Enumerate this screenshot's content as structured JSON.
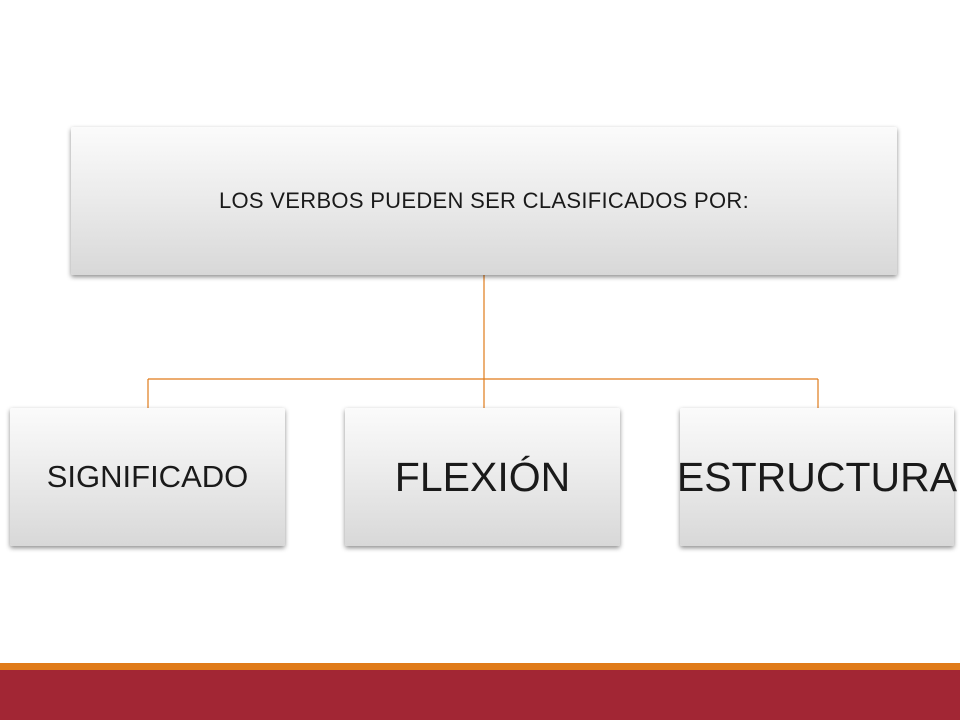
{
  "diagram": {
    "root": {
      "label": "LOS VERBOS PUEDEN SER CLASIFICADOS POR:"
    },
    "children": [
      {
        "label": "SIGNIFICADO"
      },
      {
        "label": "FLEXIÓN"
      },
      {
        "label": "ESTRUCTURA"
      }
    ]
  },
  "colors": {
    "connector": "#e07b1a",
    "footer_accent": "#e07b1a",
    "footer_bar": "#a22634"
  }
}
